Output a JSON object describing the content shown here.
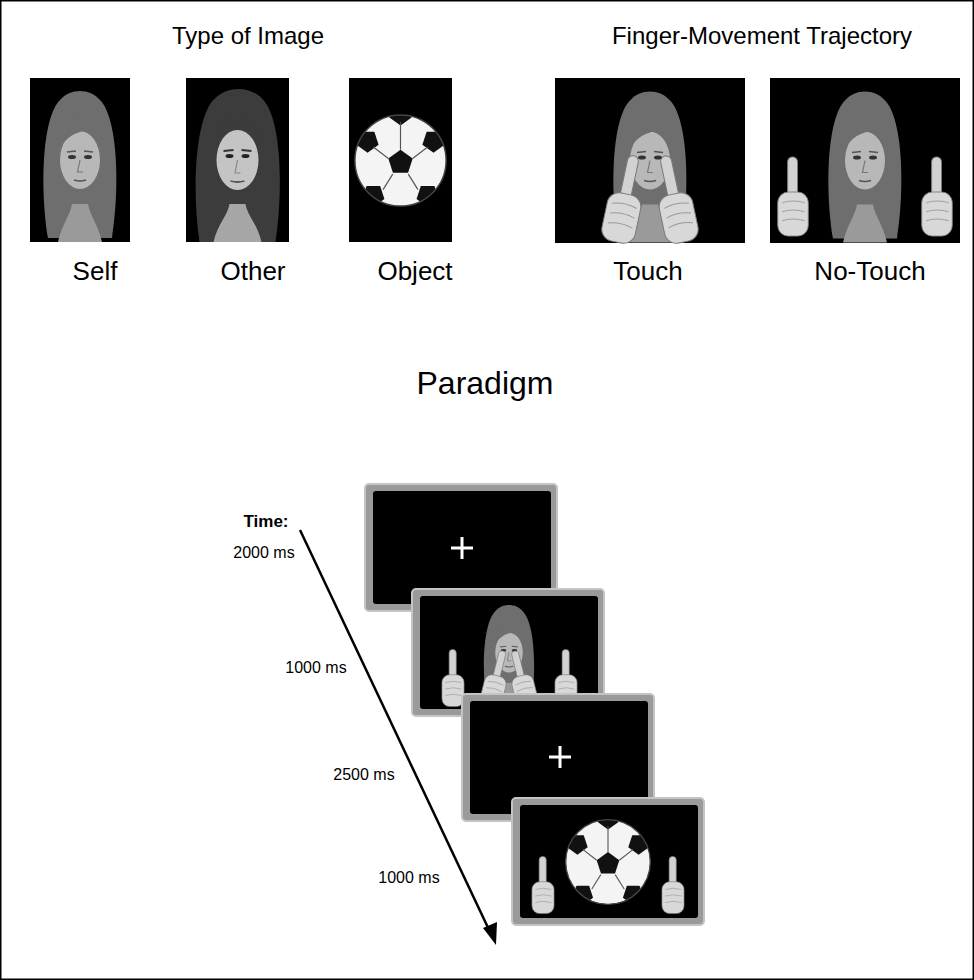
{
  "diagram": {
    "labels": [
      "Type of Image",
      "Finger-Movement Trajectory",
      "Self",
      "Other",
      "Object",
      "Touch",
      "No-Touch",
      "Paradigm",
      "Time:",
      "2000 ms",
      "1000 ms",
      "2500 ms",
      "1000 ms"
    ]
  }
}
